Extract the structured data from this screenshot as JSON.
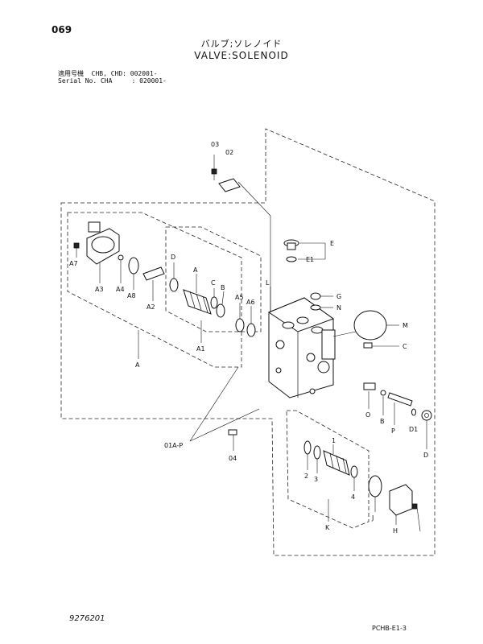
{
  "header": {
    "page_number": "069",
    "title_jp": "バルブ;ソレノイド",
    "title_en": "VALVE:SOLENOID",
    "serial_line_1": "適用号機  CHB, CHD: 002001-",
    "serial_line_2": "Serial No. CHA     : 020001-"
  },
  "footer": {
    "drawing_number": "9276201",
    "sheet_code": "PCHB-E1-3"
  },
  "callouts": {
    "c03": "03",
    "c02": "02",
    "E": "E",
    "E1": "E1",
    "G": "G",
    "N": "N",
    "M": "M",
    "C": "C",
    "A7": "A7",
    "A3": "A3",
    "A4": "A4",
    "A8": "A8",
    "A2": "A2",
    "D_upper": "D",
    "A_upper": "A",
    "C_upper": "C",
    "B_upper": "B",
    "A5": "A5",
    "A6": "A6",
    "A1": "A1",
    "L": "L",
    "A_outer": "A",
    "c01AP": "01A-P",
    "c04": "04",
    "O": "O",
    "B_right": "B",
    "P": "P",
    "D1": "D1",
    "D_right": "D",
    "c1": "1",
    "c2": "2",
    "c3": "3",
    "c4": "4",
    "J": "J",
    "H": "H",
    "K": "K"
  }
}
